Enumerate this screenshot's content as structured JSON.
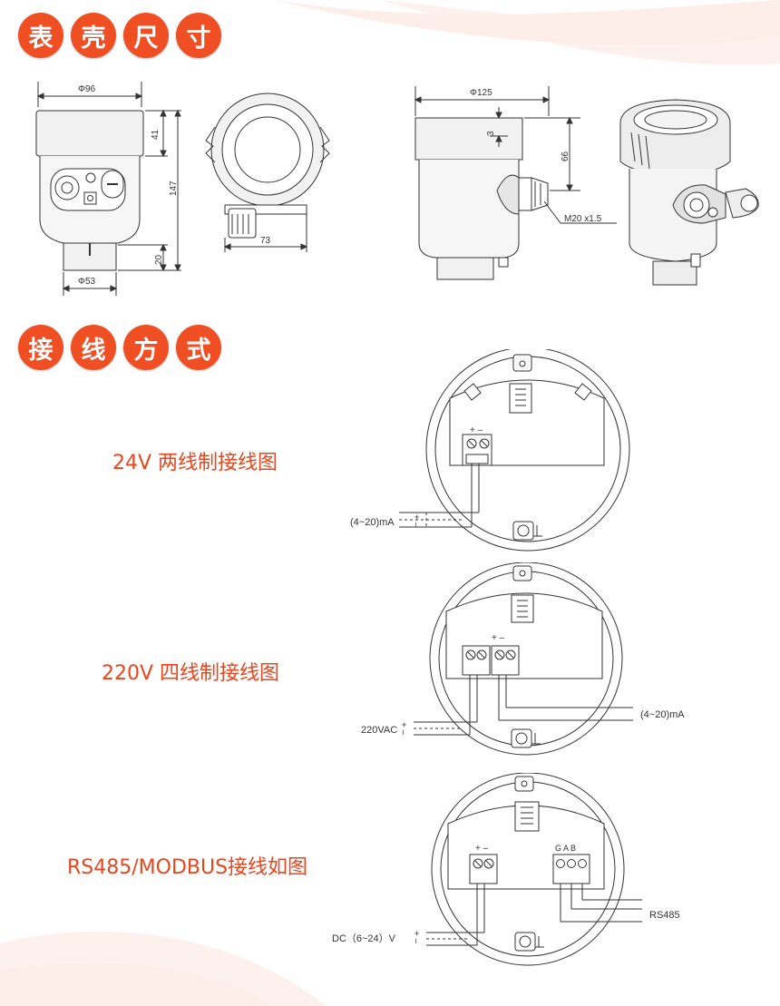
{
  "sections": {
    "dimensions": {
      "chars": [
        "表",
        "壳",
        "尺",
        "寸"
      ]
    },
    "wiring": {
      "chars": [
        "接",
        "线",
        "方",
        "式"
      ]
    }
  },
  "dims_left": {
    "d_top": "Φ96",
    "h_top": "41",
    "h_total": "147",
    "h_bottom": "20",
    "d_bottom": "Φ53",
    "w_side": "73"
  },
  "dims_right": {
    "d_top": "Φ125",
    "h_gap": "3",
    "h_body": "66",
    "thread": "M20 x1.5"
  },
  "diagrams": [
    {
      "caption": "24V 两线制接线图",
      "terminal_marks": "+ –",
      "signal": "(4~20)mA",
      "signal_pol": "+ –"
    },
    {
      "caption": "220V 四线制接线图",
      "terminal_marks": "+ –",
      "power": "220VAC",
      "power_pol": "+ –",
      "signal": "(4~20)mA"
    },
    {
      "caption": "RS485/MODBUS接线如图",
      "terminal_marks": "+ –",
      "bus_marks": "G A B",
      "power": "DC（6~24）V",
      "power_pol": "+ –",
      "bus": "RS485"
    }
  ],
  "colors": {
    "accent": "#f04f23",
    "caption": "#e8461e",
    "line": "#333333"
  }
}
